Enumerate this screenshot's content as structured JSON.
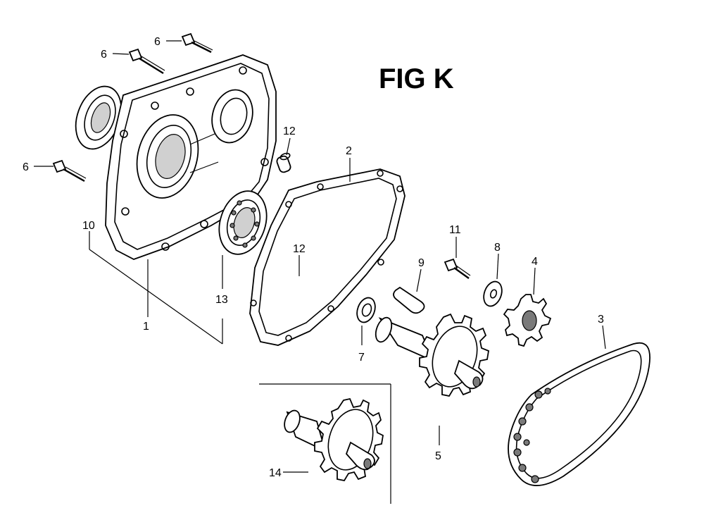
{
  "figure": {
    "title": "FIG K",
    "callouts": {
      "p1": "1",
      "p2": "2",
      "p3": "3",
      "p4": "4",
      "p5": "5",
      "p6a": "6",
      "p6b": "6",
      "p6c": "6",
      "p7": "7",
      "p8": "8",
      "p9": "9",
      "p10": "10",
      "p11": "11",
      "p12a": "12",
      "p12b": "12",
      "p13": "13",
      "p14": "14"
    }
  },
  "colors": {
    "ink": "#000000",
    "background": "#ffffff"
  }
}
